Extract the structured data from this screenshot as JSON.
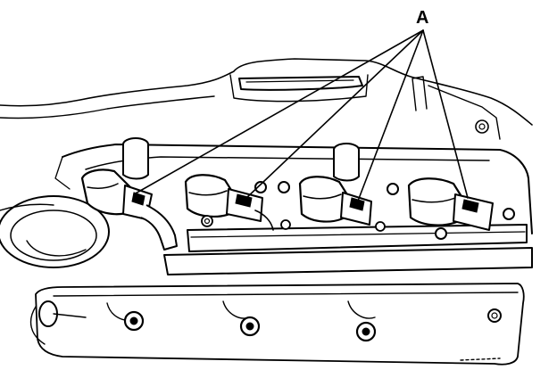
{
  "diagram": {
    "callout_label": "A",
    "ink_color": "#000000",
    "paper_color": "#ffffff",
    "components": [
      "ignition-coil",
      "ignition-coil",
      "ignition-coil",
      "ignition-coil"
    ]
  }
}
